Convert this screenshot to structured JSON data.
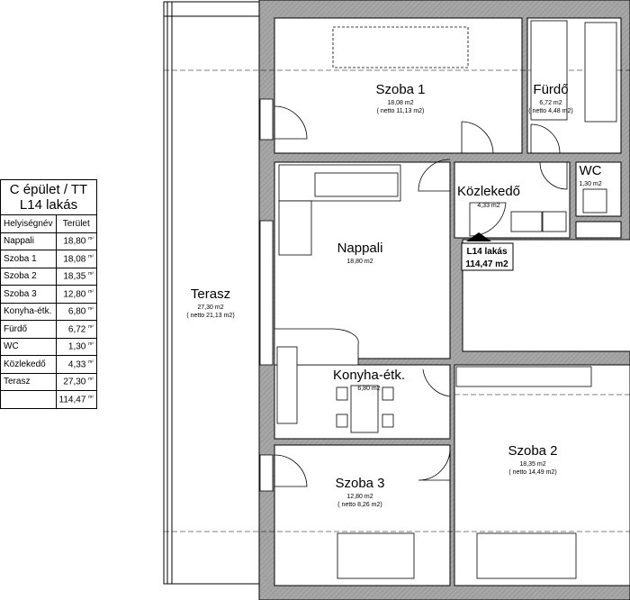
{
  "legend": {
    "title_line1": "C épület / TT",
    "title_line2": "L14  lakás",
    "col_name": "Helyiségnév",
    "col_area": "Terület",
    "unit": "m²",
    "rows": [
      {
        "name": "Nappali",
        "area": "18,80"
      },
      {
        "name": "Szoba 1",
        "area": "18,08"
      },
      {
        "name": "Szoba 2",
        "area": "18,35"
      },
      {
        "name": "Szoba 3",
        "area": "12,80"
      },
      {
        "name": "Konyha-étk.",
        "area": "6,80"
      },
      {
        "name": "Fürdő",
        "area": "6,72"
      },
      {
        "name": "WC",
        "area": "1,30"
      },
      {
        "name": "Közlekedő",
        "area": "4,33"
      },
      {
        "name": "Terasz",
        "area": "27,30"
      }
    ],
    "total": "114,47"
  },
  "rooms": {
    "szoba1": {
      "name": "Szoba 1",
      "area": "18,08 m2",
      "netto": "( netto 11,13 m2)"
    },
    "furdo": {
      "name": "Fürdő",
      "area": "6,72 m2",
      "netto": "( netto 4,48 m2)"
    },
    "wc": {
      "name": "WC",
      "area": "1,30 m2"
    },
    "kozlekedo": {
      "name": "Közlekedő",
      "area": "4,33 m2"
    },
    "nappali": {
      "name": "Nappali",
      "area": "18,80 m2"
    },
    "terasz": {
      "name": "Terasz",
      "area": "27,30 m2",
      "netto": "( netto 21,13 m2)"
    },
    "konyha": {
      "name": "Konyha-étk.",
      "area": "6,80 m2"
    },
    "szoba3": {
      "name": "Szoba 3",
      "area": "12,80 m2",
      "netto": "( netto 8,26 m2)"
    },
    "szoba2": {
      "name": "Szoba 2",
      "area": "18,35 m2",
      "netto": "( netto 14,49 m2)"
    }
  },
  "apartment_label": {
    "line1": "L14 lakás",
    "line2": "114,47 m2"
  },
  "colors": {
    "wall": "#a6a6a6",
    "line": "#000000"
  }
}
